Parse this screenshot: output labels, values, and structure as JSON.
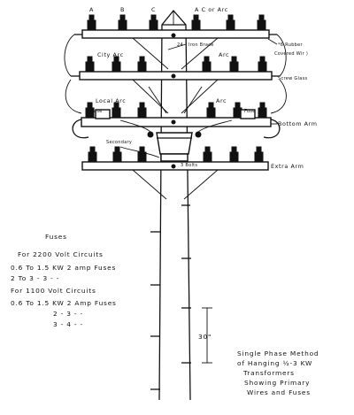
{
  "labels": {
    "wire_a": "A",
    "wire_b": "B",
    "wire_c": "C",
    "ac_or_arc": "A C or Arc",
    "brace_num": "24",
    "iron_brace": "Iron Brace",
    "rubber_wire_1": "*6 Rubber",
    "rubber_wire_2": "Covered Wir )",
    "city_arc": "City Arc",
    "arc_upper": "Arc",
    "screw_glass": "Screw Glass",
    "local_arc": "Local Arc",
    "arc_lower": "Arc",
    "fuse_left": "Fuse",
    "fuse_right": "Fuse",
    "bottom_arm": "Bottom Arm",
    "secondary": "Secondary",
    "bolts": "3 Bolts",
    "extra_arm": "Extra Arm"
  },
  "fuses": {
    "title": "Fuses",
    "h2200": "For 2200 Volt Circuits",
    "h2200_r1": "0.6 To 1.5 KW     2 amp Fuses",
    "h2200_r2": "2    To 3    -        3    -      -",
    "h1100": "For 1100 Volt Circuits",
    "h1100_r1": "0.6 To 1.5 KW     2 Amp Fuses",
    "h1100_r2": "2     -      3     -     -",
    "h1100_r3": "3     -      4     -     -"
  },
  "dimension": "30\"",
  "caption": {
    "l1": "Single Phase Method",
    "l2": "of Hanging ½-3 KW",
    "l3": "Transformers",
    "l4": "Showing Primary",
    "l5": "Wires and Fuses"
  }
}
